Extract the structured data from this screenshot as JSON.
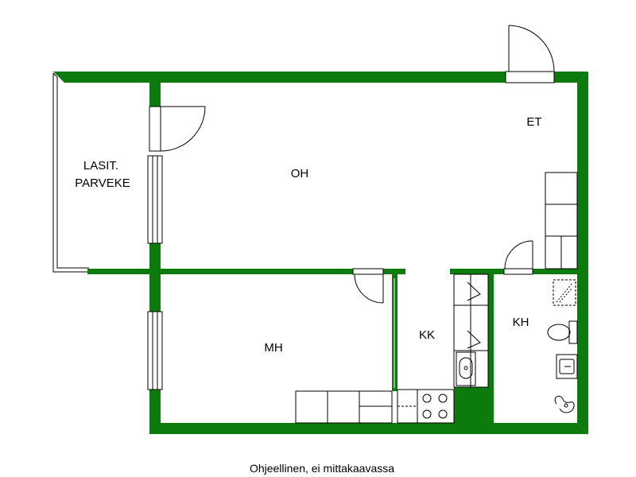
{
  "colors": {
    "wall": "#0c7a0c",
    "line": "#000000",
    "background": "#ffffff",
    "fixture_fill": "#ffffff"
  },
  "rooms": {
    "balcony_line1": "LASIT.",
    "balcony_line2": "PARVEKE",
    "living_room": "OH",
    "entrance": "ET",
    "bedroom": "MH",
    "kitchenette": "KK",
    "bathroom": "KH"
  },
  "caption": "Ohjeellinen, ei mittakaavassa",
  "icons": [
    "door-swing-icon",
    "window-icon",
    "stove-icon",
    "sink-icon",
    "toilet-icon",
    "washbasin-icon",
    "shower-icon",
    "drain-icon"
  ]
}
